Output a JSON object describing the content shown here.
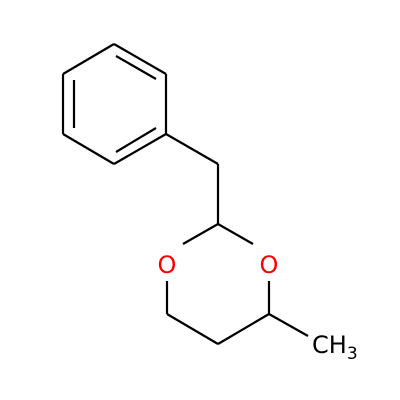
{
  "molecule": {
    "atoms": {
      "oxygen_left": {
        "symbol": "O",
        "color": "#ff0000"
      },
      "oxygen_right": {
        "symbol": "O",
        "color": "#ff0000"
      },
      "methyl": {
        "symbol": "CH",
        "subscript": "3",
        "color": "#000000"
      }
    },
    "colors": {
      "bond": "#000000",
      "background": "#ffffff"
    }
  }
}
